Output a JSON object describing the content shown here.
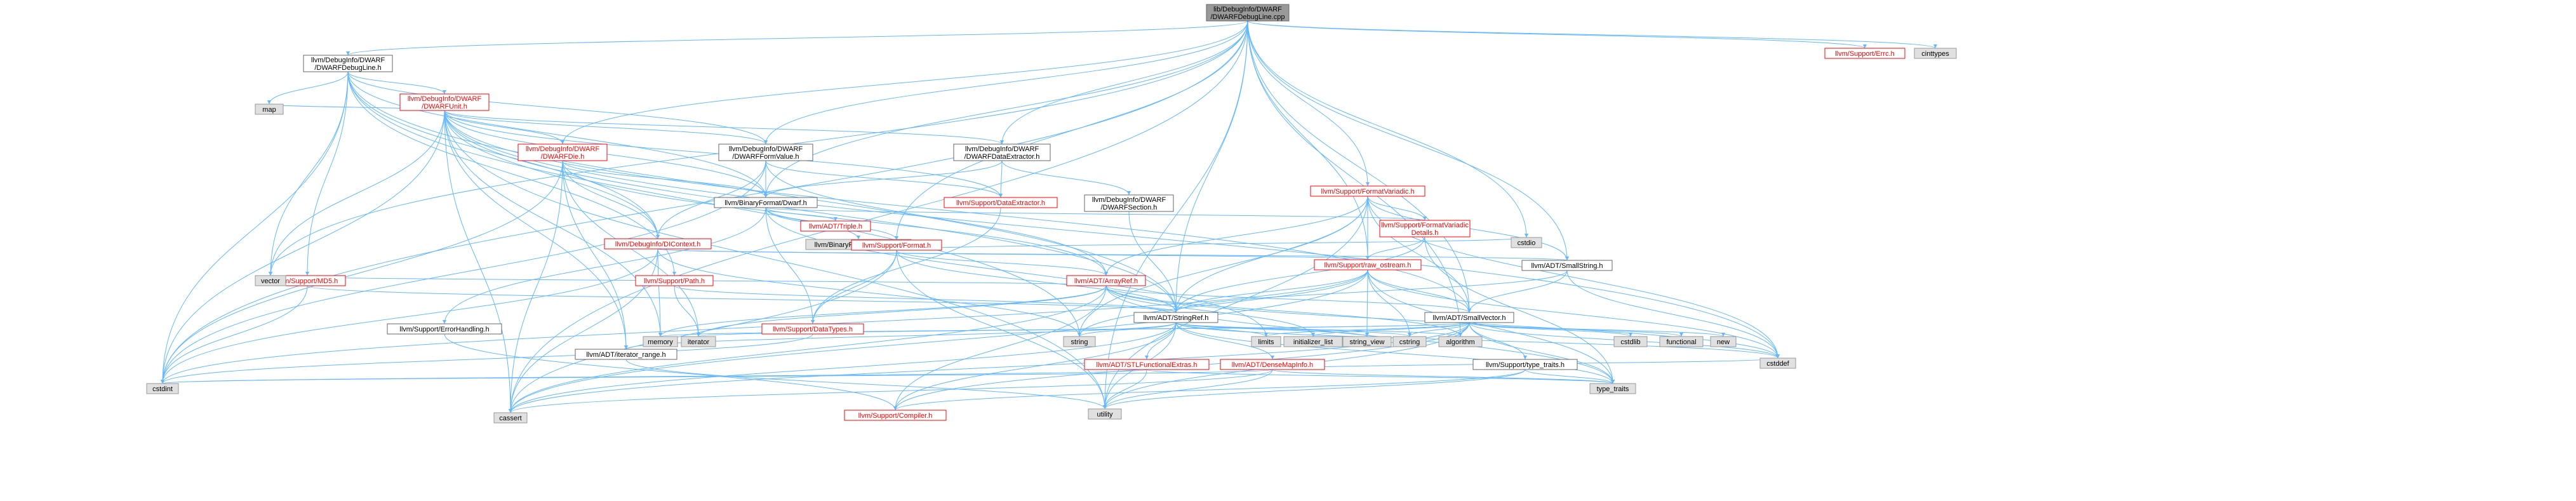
{
  "colors": {
    "background": "#ffffff",
    "node_default_fill": "#ffffff",
    "node_default_stroke": "#ff0000",
    "node_root_fill": "#999999",
    "node_root_stroke": "#666666",
    "node_external_fill": "#e0e0e0",
    "node_external_stroke": "#999999",
    "node_plain_stroke": "#666666",
    "text_default": "#000000",
    "text_root": "#000000",
    "edge": "#63b8ff"
  },
  "nodes": [
    {
      "id": "root",
      "label": "lib/DebugInfo/DWARF\n/DWARFDebugLine.cpp",
      "kind": "root"
    },
    {
      "id": "dwarfdebugline_h",
      "label": "llvm/DebugInfo/DWARF\n/DWARFDebugLine.h",
      "kind": "plain"
    },
    {
      "id": "dwarfunit_h",
      "label": "llvm/DebugInfo/DWARF\n/DWARFUnit.h",
      "kind": "red"
    },
    {
      "id": "dwarfdie_h",
      "label": "llvm/DebugInfo/DWARF\n/DWARFDie.h",
      "kind": "red"
    },
    {
      "id": "dwarfformvalue_h",
      "label": "llvm/DebugInfo/DWARF\n/DWARFFormValue.h",
      "kind": "plain"
    },
    {
      "id": "dwarfdataextractor_h",
      "label": "llvm/DebugInfo/DWARF\n/DWARFDataExtractor.h",
      "kind": "plain"
    },
    {
      "id": "dwarfsection_h",
      "label": "llvm/DebugInfo/DWARF\n/DWARFSection.h",
      "kind": "plain"
    },
    {
      "id": "dicontext_h",
      "label": "llvm/DebugInfo/DIContext.h",
      "kind": "red"
    },
    {
      "id": "binaryformat_dwarf_h",
      "label": "llvm/BinaryFormat/Dwarf.h",
      "kind": "plain"
    },
    {
      "id": "binaryformat_dwarf_def",
      "label": "llvm/BinaryFormat/Dwarf.def",
      "kind": "external"
    },
    {
      "id": "adt_triple_h",
      "label": "llvm/ADT/Triple.h",
      "kind": "red"
    },
    {
      "id": "support_format_h",
      "label": "llvm/Support/Format.h",
      "kind": "red"
    },
    {
      "id": "support_dataextractor_h",
      "label": "llvm/Support/DataExtractor.h",
      "kind": "red"
    },
    {
      "id": "support_formatvariadic_h",
      "label": "llvm/Support/FormatVariadic.h",
      "kind": "red"
    },
    {
      "id": "support_formatvariadicdetails_h",
      "label": "llvm/Support/FormatVariadic\nDetails.h",
      "kind": "red"
    },
    {
      "id": "support_raw_ostream_h",
      "label": "llvm/Support/raw_ostream.h",
      "kind": "red"
    },
    {
      "id": "adt_smallstring_h",
      "label": "llvm/ADT/SmallString.h",
      "kind": "plain"
    },
    {
      "id": "adt_arrayref_h",
      "label": "llvm/ADT/ArrayRef.h",
      "kind": "red"
    },
    {
      "id": "adt_stringref_h",
      "label": "llvm/ADT/StringRef.h",
      "kind": "plain"
    },
    {
      "id": "adt_smallvector_h",
      "label": "llvm/ADT/SmallVector.h",
      "kind": "plain"
    },
    {
      "id": "support_md5_h",
      "label": "llvm/Support/MD5.h",
      "kind": "red"
    },
    {
      "id": "support_path_h",
      "label": "llvm/Support/Path.h",
      "kind": "red"
    },
    {
      "id": "support_errorhandling_h",
      "label": "llvm/Support/ErrorHandling.h",
      "kind": "plain"
    },
    {
      "id": "support_datatypes_h",
      "label": "llvm/Support/DataTypes.h",
      "kind": "red"
    },
    {
      "id": "adt_iterator_range_h",
      "label": "llvm/ADT/iterator_range.h",
      "kind": "plain"
    },
    {
      "id": "adt_stlfunctionalextras_h",
      "label": "llvm/ADT/STLFunctionalExtras.h",
      "kind": "red"
    },
    {
      "id": "adt_densemapinfo_h",
      "label": "llvm/ADT/DenseMapInfo.h",
      "kind": "red"
    },
    {
      "id": "support_type_traits_h",
      "label": "llvm/Support/type_traits.h",
      "kind": "plain"
    },
    {
      "id": "support_compiler_h",
      "label": "llvm/Support/Compiler.h",
      "kind": "red"
    },
    {
      "id": "support_errc_h",
      "label": "llvm/Support/Errc.h",
      "kind": "red"
    },
    {
      "id": "cinttypes",
      "label": "cinttypes",
      "kind": "external"
    },
    {
      "id": "map",
      "label": "map",
      "kind": "external"
    },
    {
      "id": "vector",
      "label": "vector",
      "kind": "external"
    },
    {
      "id": "cstdint",
      "label": "cstdint",
      "kind": "external"
    },
    {
      "id": "cassert",
      "label": "cassert",
      "kind": "external"
    },
    {
      "id": "memory",
      "label": "memory",
      "kind": "external"
    },
    {
      "id": "iterator",
      "label": "iterator",
      "kind": "external"
    },
    {
      "id": "string",
      "label": "string",
      "kind": "external"
    },
    {
      "id": "limits",
      "label": "limits",
      "kind": "external"
    },
    {
      "id": "initializer_list",
      "label": "initializer_list",
      "kind": "external"
    },
    {
      "id": "string_view",
      "label": "string_view",
      "kind": "external"
    },
    {
      "id": "cstring",
      "label": "cstring",
      "kind": "external"
    },
    {
      "id": "algorithm",
      "label": "algorithm",
      "kind": "external"
    },
    {
      "id": "cstdlib",
      "label": "cstdlib",
      "kind": "external"
    },
    {
      "id": "functional",
      "label": "functional",
      "kind": "external"
    },
    {
      "id": "new",
      "label": "new",
      "kind": "external"
    },
    {
      "id": "utility",
      "label": "utility",
      "kind": "external"
    },
    {
      "id": "type_traits",
      "label": "type_traits",
      "kind": "external"
    },
    {
      "id": "cstddef",
      "label": "cstddef",
      "kind": "external"
    },
    {
      "id": "cstdio",
      "label": "cstdio",
      "kind": "external"
    }
  ],
  "edges": [
    [
      "root",
      "dwarfdebugline_h"
    ],
    [
      "root",
      "dwarfdie_h"
    ],
    [
      "root",
      "dwarfformvalue_h"
    ],
    [
      "root",
      "dwarfdataextractor_h"
    ],
    [
      "root",
      "binaryformat_dwarf_h"
    ],
    [
      "root",
      "support_format_h"
    ],
    [
      "root",
      "support_formatvariadic_h"
    ],
    [
      "root",
      "support_raw_ostream_h"
    ],
    [
      "root",
      "adt_smallstring_h"
    ],
    [
      "root",
      "adt_stringref_h"
    ],
    [
      "root",
      "adt_smallvector_h"
    ],
    [
      "root",
      "support_errc_h"
    ],
    [
      "root",
      "cinttypes"
    ],
    [
      "root",
      "cstdint"
    ],
    [
      "root",
      "cassert"
    ],
    [
      "root",
      "cstdio"
    ],
    [
      "root",
      "algorithm"
    ],
    [
      "root",
      "utility"
    ],
    [
      "root",
      "vector"
    ],
    [
      "dwarfdebugline_h",
      "dwarfunit_h"
    ],
    [
      "dwarfdebugline_h",
      "dwarfformvalue_h"
    ],
    [
      "dwarfdebugline_h",
      "dicontext_h"
    ],
    [
      "dwarfdebugline_h",
      "binaryformat_dwarf_h"
    ],
    [
      "dwarfdebugline_h",
      "support_md5_h"
    ],
    [
      "dwarfdebugline_h",
      "support_path_h"
    ],
    [
      "dwarfdebugline_h",
      "adt_stringref_h"
    ],
    [
      "dwarfdebugline_h",
      "map"
    ],
    [
      "dwarfdebugline_h",
      "vector"
    ],
    [
      "dwarfdebugline_h",
      "cstdint"
    ],
    [
      "dwarfdebugline_h",
      "string"
    ],
    [
      "dwarfunit_h",
      "dwarfdie_h"
    ],
    [
      "dwarfunit_h",
      "dwarfformvalue_h"
    ],
    [
      "dwarfunit_h",
      "dwarfdataextractor_h"
    ],
    [
      "dwarfunit_h",
      "dicontext_h"
    ],
    [
      "dwarfunit_h",
      "binaryformat_dwarf_h"
    ],
    [
      "dwarfunit_h",
      "support_dataextractor_h"
    ],
    [
      "dwarfunit_h",
      "adt_stringref_h"
    ],
    [
      "dwarfunit_h",
      "adt_smallvector_h"
    ],
    [
      "dwarfunit_h",
      "adt_iterator_range_h"
    ],
    [
      "dwarfunit_h",
      "map"
    ],
    [
      "dwarfunit_h",
      "vector"
    ],
    [
      "dwarfunit_h",
      "cstdint"
    ],
    [
      "dwarfunit_h",
      "cassert"
    ],
    [
      "dwarfunit_h",
      "memory"
    ],
    [
      "dwarfunit_h",
      "utility"
    ],
    [
      "dwarfunit_h",
      "cstddef"
    ],
    [
      "dwarfdie_h",
      "binaryformat_dwarf_h"
    ],
    [
      "dwarfdie_h",
      "dicontext_h"
    ],
    [
      "dwarfdie_h",
      "adt_arrayref_h"
    ],
    [
      "dwarfdie_h",
      "adt_iterator_range_h"
    ],
    [
      "dwarfdie_h",
      "cassert"
    ],
    [
      "dwarfdie_h",
      "cstdint"
    ],
    [
      "dwarfdie_h",
      "iterator"
    ],
    [
      "dwarfformvalue_h",
      "binaryformat_dwarf_h"
    ],
    [
      "dwarfformvalue_h",
      "dicontext_h"
    ],
    [
      "dwarfformvalue_h",
      "support_dataextractor_h"
    ],
    [
      "dwarfformvalue_h",
      "adt_arrayref_h"
    ],
    [
      "dwarfformvalue_h",
      "cstdint"
    ],
    [
      "dwarfdataextractor_h",
      "dwarfsection_h"
    ],
    [
      "dwarfdataextractor_h",
      "binaryformat_dwarf_h"
    ],
    [
      "dwarfdataextractor_h",
      "support_dataextractor_h"
    ],
    [
      "dwarfsection_h",
      "adt_stringref_h"
    ],
    [
      "binaryformat_dwarf_h",
      "binaryformat_dwarf_def"
    ],
    [
      "binaryformat_dwarf_h",
      "adt_triple_h"
    ],
    [
      "binaryformat_dwarf_h",
      "support_format_h"
    ],
    [
      "binaryformat_dwarf_h",
      "support_formatvariadicdetails_h"
    ],
    [
      "binaryformat_dwarf_h",
      "support_errorhandling_h"
    ],
    [
      "binaryformat_dwarf_h",
      "support_datatypes_h"
    ],
    [
      "binaryformat_dwarf_h",
      "limits"
    ],
    [
      "dicontext_h",
      "support_raw_ostream_h"
    ],
    [
      "dicontext_h",
      "adt_smallstring_h"
    ],
    [
      "dicontext_h",
      "cassert"
    ],
    [
      "dicontext_h",
      "cstdint"
    ],
    [
      "dicontext_h",
      "memory"
    ],
    [
      "dicontext_h",
      "string"
    ],
    [
      "dicontext_h",
      "tuple"
    ],
    [
      "support_format_h",
      "adt_arrayref_h"
    ],
    [
      "support_format_h",
      "adt_stringref_h"
    ],
    [
      "support_format_h",
      "support_datatypes_h"
    ],
    [
      "support_format_h",
      "cassert"
    ],
    [
      "support_format_h",
      "cstdio"
    ],
    [
      "support_format_h",
      "tuple"
    ],
    [
      "support_format_h",
      "utility"
    ],
    [
      "support_dataextractor_h",
      "support_datatypes_h"
    ],
    [
      "support_formatvariadic_h",
      "support_formatvariadicdetails_h"
    ],
    [
      "support_formatvariadic_h",
      "support_raw_ostream_h"
    ],
    [
      "support_formatvariadic_h",
      "adt_smallstring_h"
    ],
    [
      "support_formatvariadic_h",
      "adt_stringref_h"
    ],
    [
      "support_formatvariadic_h",
      "adt_smallvector_h"
    ],
    [
      "support_formatvariadic_h",
      "adt_arrayref_h"
    ],
    [
      "support_formatvariadic_h",
      "string"
    ],
    [
      "support_formatvariadic_h",
      "cstddef"
    ],
    [
      "support_formatvariadic_h",
      "utility"
    ],
    [
      "support_formatvariadicdetails_h",
      "support_raw_ostream_h"
    ],
    [
      "support_formatvariadicdetails_h",
      "adt_stringref_h"
    ],
    [
      "support_formatvariadicdetails_h",
      "type_traits"
    ],
    [
      "support_raw_ostream_h",
      "adt_smallvector_h"
    ],
    [
      "support_raw_ostream_h",
      "adt_stringref_h"
    ],
    [
      "support_raw_ostream_h",
      "cassert"
    ],
    [
      "support_raw_ostream_h",
      "cstddef"
    ],
    [
      "support_raw_ostream_h",
      "cstdint"
    ],
    [
      "support_raw_ostream_h",
      "cstring"
    ],
    [
      "support_raw_ostream_h",
      "string"
    ],
    [
      "support_raw_ostream_h",
      "string_view"
    ],
    [
      "support_raw_ostream_h",
      "type_traits"
    ],
    [
      "adt_smallstring_h",
      "adt_smallvector_h"
    ],
    [
      "adt_smallstring_h",
      "adt_stringref_h"
    ],
    [
      "adt_smallstring_h",
      "cstddef"
    ],
    [
      "adt_arrayref_h",
      "adt_smallvector_h"
    ],
    [
      "adt_arrayref_h",
      "adt_stlextras"
    ],
    [
      "adt_arrayref_h",
      "support_compiler_h"
    ],
    [
      "adt_arrayref_h",
      "algorithm"
    ],
    [
      "adt_arrayref_h",
      "array"
    ],
    [
      "adt_arrayref_h",
      "cassert"
    ],
    [
      "adt_arrayref_h",
      "cstddef"
    ],
    [
      "adt_arrayref_h",
      "initializer_list"
    ],
    [
      "adt_arrayref_h",
      "iterator"
    ],
    [
      "adt_arrayref_h",
      "memory"
    ],
    [
      "adt_arrayref_h",
      "type_traits"
    ],
    [
      "adt_arrayref_h",
      "vector"
    ],
    [
      "adt_stringref_h",
      "adt_densemapinfo_h"
    ],
    [
      "adt_stringref_h",
      "adt_stlfunctionalextras_h"
    ],
    [
      "adt_stringref_h",
      "adt_iterator_range_h"
    ],
    [
      "adt_stringref_h",
      "support_compiler_h"
    ],
    [
      "adt_stringref_h",
      "algorithm"
    ],
    [
      "adt_stringref_h",
      "cassert"
    ],
    [
      "adt_stringref_h",
      "cstddef"
    ],
    [
      "adt_stringref_h",
      "cstring"
    ],
    [
      "adt_stringref_h",
      "limits"
    ],
    [
      "adt_stringref_h",
      "string"
    ],
    [
      "adt_stringref_h",
      "string_view"
    ],
    [
      "adt_stringref_h",
      "type_traits"
    ],
    [
      "adt_stringref_h",
      "utility"
    ],
    [
      "adt_smallvector_h",
      "support_compiler_h"
    ],
    [
      "adt_smallvector_h",
      "support_type_traits_h"
    ],
    [
      "adt_smallvector_h",
      "algorithm"
    ],
    [
      "adt_smallvector_h",
      "cassert"
    ],
    [
      "adt_smallvector_h",
      "cstddef"
    ],
    [
      "adt_smallvector_h",
      "cstdlib"
    ],
    [
      "adt_smallvector_h",
      "cstring"
    ],
    [
      "adt_smallvector_h",
      "functional"
    ],
    [
      "adt_smallvector_h",
      "initializer_list"
    ],
    [
      "adt_smallvector_h",
      "iterator"
    ],
    [
      "adt_smallvector_h",
      "limits"
    ],
    [
      "adt_smallvector_h",
      "memory"
    ],
    [
      "adt_smallvector_h",
      "new"
    ],
    [
      "adt_smallvector_h",
      "type_traits"
    ],
    [
      "adt_smallvector_h",
      "utility"
    ],
    [
      "support_md5_h",
      "adt_stringref_h"
    ],
    [
      "support_md5_h",
      "cstdint"
    ],
    [
      "support_path_h",
      "adt_stringref_h"
    ],
    [
      "support_path_h",
      "iterator"
    ],
    [
      "support_errorhandling_h",
      "support_compiler_h"
    ],
    [
      "adt_iterator_range_h",
      "utility"
    ],
    [
      "adt_stlfunctionalextras_h",
      "cstdint"
    ],
    [
      "adt_stlfunctionalextras_h",
      "type_traits"
    ],
    [
      "adt_stlfunctionalextras_h",
      "utility"
    ],
    [
      "adt_densemapinfo_h",
      "cassert"
    ],
    [
      "adt_densemapinfo_h",
      "cstddef"
    ],
    [
      "adt_densemapinfo_h",
      "cstdint"
    ],
    [
      "adt_densemapinfo_h",
      "tuple"
    ],
    [
      "adt_densemapinfo_h",
      "type_traits"
    ],
    [
      "adt_densemapinfo_h",
      "utility"
    ],
    [
      "support_type_traits_h",
      "support_compiler_h"
    ],
    [
      "support_type_traits_h",
      "type_traits"
    ],
    [
      "support_type_traits_h",
      "utility"
    ],
    [
      "support_datatypes_h",
      "cstdint"
    ]
  ]
}
